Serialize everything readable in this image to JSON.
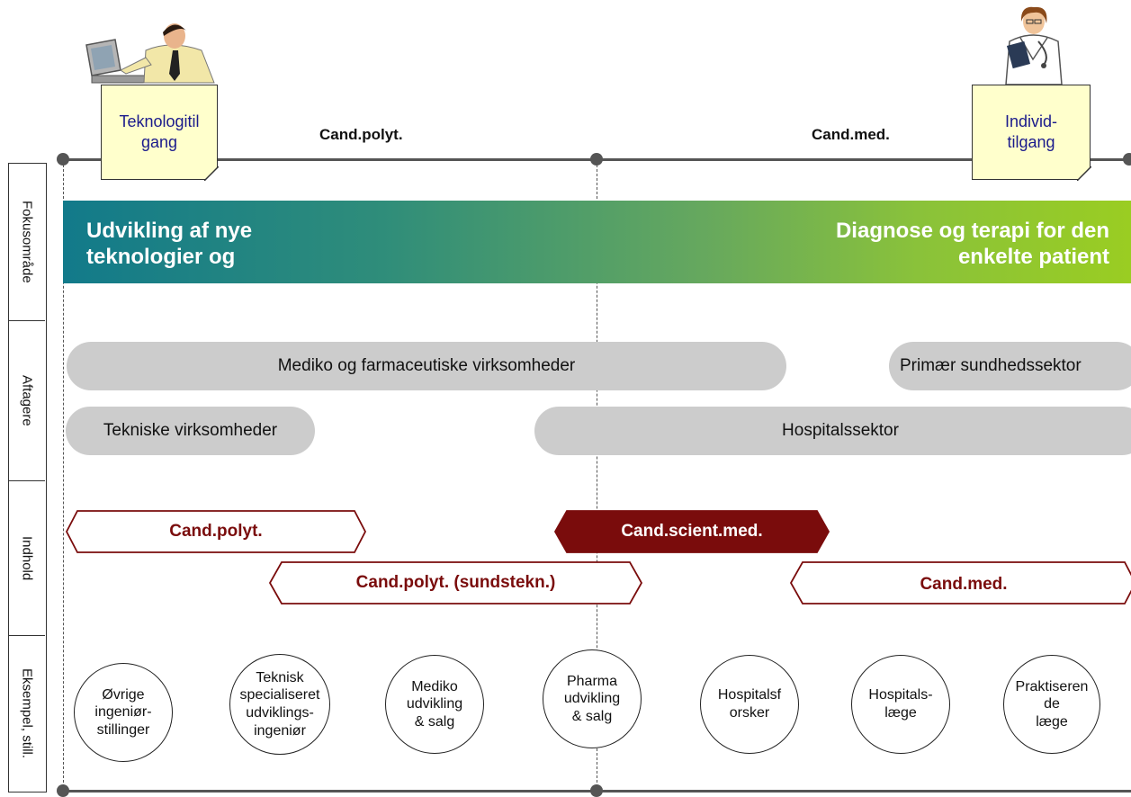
{
  "top": {
    "left_label": "Cand.polyt.",
    "right_label": "Cand.med."
  },
  "notes": {
    "left": "Teknologitil gang",
    "right": "Individ- tilgang"
  },
  "side_labels": [
    "Fokusområde",
    "Aftagere",
    "Indhold",
    "Eksempel, still."
  ],
  "focus": {
    "left_text": "Udvikling af nye teknologier og",
    "right_text": "Diagnose og terapi for den enkelte patient",
    "gradient_start": "#127a8a",
    "gradient_end": "#9acd22"
  },
  "aftagere": {
    "mediko": "Mediko og farmaceutiske virksomheder",
    "primaer": "Primær sundhedssektor",
    "tekniske": "Tekniske virksomheder",
    "hospital": "Hospitalssektor"
  },
  "indhold": {
    "polyt": "Cand.polyt.",
    "scient_med": "Cand.scient.med.",
    "polyt_sundstekn": "Cand.polyt. (sundstekn.)",
    "med": "Cand.med.",
    "accent": "#7a0c0c"
  },
  "examples": [
    "Øvrige\ningeniør-\nstillinger",
    "Teknisk\nspecialiseret\nudviklings-\ningeniør",
    "Mediko\nudvikling\n& salg",
    "Pharma\nudvikling\n& salg",
    "Hospitalsf\norsker",
    "Hospitals-\nlæge",
    "Praktiseren\nde\nlæge"
  ]
}
